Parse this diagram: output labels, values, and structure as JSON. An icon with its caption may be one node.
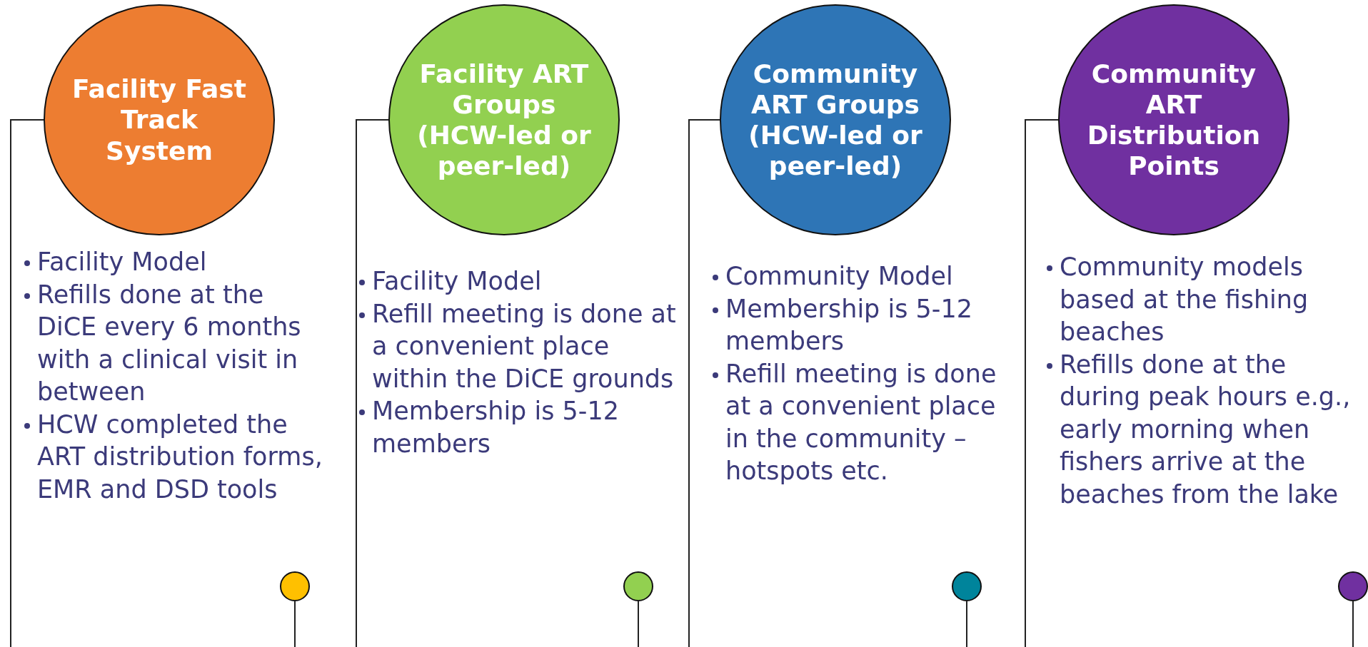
{
  "diagram": {
    "nodes": [
      {
        "text": [
          "Facility Fast Track System"
        ]
      },
      {
        "text": [
          "Facility Model",
          "Refills done at the DiCE every 6 months with a clinical visit in between",
          "HCW completed the ART distribution forms, EMR and DSD tools"
        ]
      },
      {
        "text": [],
        "shape": "circle"
      },
      {
        "text": [
          "Facility ART Groups (HCW-led or peer-led)"
        ]
      },
      {
        "text": [
          "Facility Model",
          "Refill meeting is done at a convenient place within the DiCE grounds",
          "Membership is 5-12 members"
        ]
      },
      {
        "text": [],
        "shape": "circle"
      },
      {
        "text": [
          "Community ART Groups (HCW-led or peer-led)"
        ]
      },
      {
        "text": [
          "Community Model",
          "Membership is 5-12 members",
          "Refill meeting is done at a convenient place in the community – hotspots etc."
        ]
      },
      {
        "text": [],
        "shape": "circle"
      },
      {
        "text": [
          "Community ART Distribution Points"
        ]
      },
      {
        "text": [
          "Community models based at the fishing beaches",
          "Refills done at the during peak hours e.g., early morning when fishers arrive at the beaches from the lake"
        ]
      },
      {
        "text": [],
        "shape": "circle"
      }
    ],
    "edges": [
      {
        "from": 0,
        "to": 2,
        "arrow": "none"
      },
      {
        "from": 3,
        "to": 5,
        "arrow": "none"
      },
      {
        "from": 6,
        "to": 8,
        "arrow": "none"
      },
      {
        "from": 9,
        "to": 11,
        "arrow": "none"
      }
    ]
  }
}
